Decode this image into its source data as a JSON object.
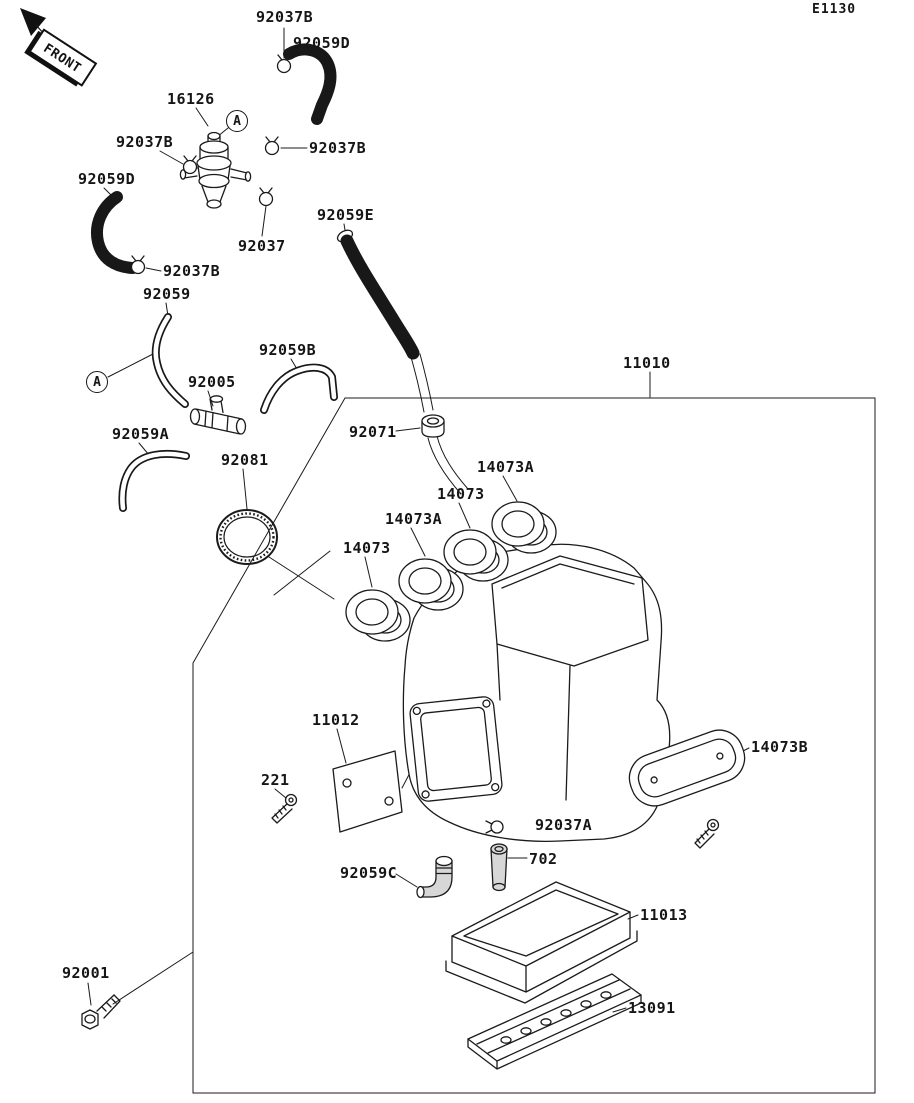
{
  "page": {
    "diagram_code": "E1130",
    "front_label": "FRONT",
    "callout_label": "A"
  },
  "part_numbers": {
    "n11010": "11010",
    "n11012": "11012",
    "n11013": "11013",
    "n13091": "13091",
    "n14073": "14073",
    "n14073A": "14073A",
    "n14073B": "14073B",
    "n16126": "16126",
    "n221": "221",
    "n702": "702",
    "n92001": "92001",
    "n92005": "92005",
    "n92037": "92037",
    "n92037A": "92037A",
    "n92037B": "92037B",
    "n92059": "92059",
    "n92059A": "92059A",
    "n92059B": "92059B",
    "n92059C": "92059C",
    "n92059D": "92059D",
    "n92059E": "92059E",
    "n92071": "92071",
    "n92081": "92081"
  },
  "colors": {
    "ink": "#1b1b1b",
    "paper": "#ffffff"
  }
}
